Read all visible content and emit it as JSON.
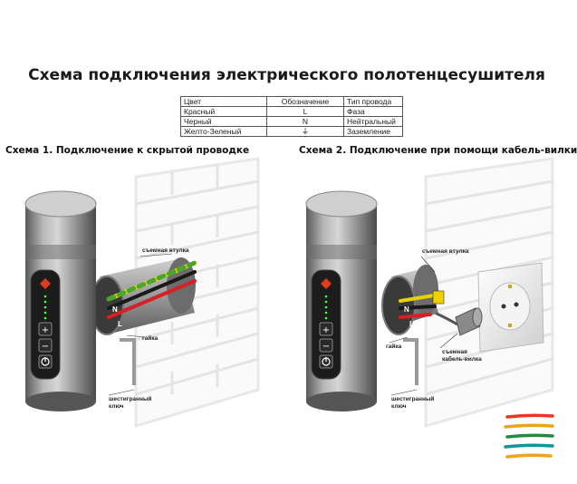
{
  "title": "Схема подключения электрического полотенцесушителя",
  "legend": {
    "headers": [
      "Цвет",
      "Обозначение",
      "Тип провода"
    ],
    "rows": [
      {
        "color": "Красный",
        "symbol": "L",
        "type": "Фаза"
      },
      {
        "color": "Черный",
        "symbol": "N",
        "type": "Нейтральный"
      },
      {
        "color": "Желто-Зеленый",
        "symbol": "⏚",
        "type": "Заземление"
      }
    ]
  },
  "scheme1": {
    "title": "Схема 1.  Подключение к скрытой проводке",
    "labels": {
      "sleeve": "съемная втулка",
      "nut": "гайка",
      "key_line1": "шестигранный",
      "key_line2": "ключ",
      "wire_n": "N",
      "wire_l": "L"
    }
  },
  "scheme2": {
    "title": "Схема 2.  Подключение при помощи кабель-вилки",
    "labels": {
      "sleeve": "съемная втулка",
      "nut": "гайка",
      "cable_line1": "съемная",
      "cable_line2": "кабель-вилка",
      "key_line1": "шестигранный",
      "key_line2": "ключ",
      "wire_n": "N",
      "wire_l": "L"
    }
  },
  "colors": {
    "phase": "#d61f26",
    "neutral": "#1a1a1a",
    "ground_yellow": "#e6d200",
    "ground_green": "#4aa52e",
    "body": "#8c8c8c",
    "panel": "#1c1c1c",
    "logo_red": "#e23a1e",
    "logo_orange": "#f0a21b",
    "logo_green": "#1e8e3e",
    "logo_teal": "#13939b"
  },
  "icons": [
    "power-icon",
    "minus-icon",
    "plus-icon",
    "diamond-logo-icon",
    "ground-symbol-icon"
  ]
}
